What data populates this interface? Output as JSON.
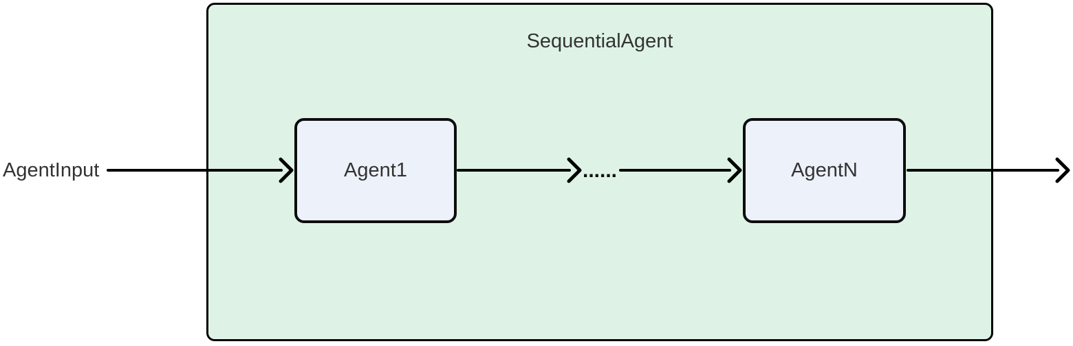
{
  "diagram": {
    "type": "flowchart-left-to-right",
    "input_label": "AgentInput",
    "container": {
      "title": "SequentialAgent"
    },
    "nodes": [
      {
        "id": "agent1",
        "label": "Agent1"
      },
      {
        "id": "agentN",
        "label": "AgentN"
      }
    ],
    "ellipsis_label": "......",
    "edges": [
      {
        "from": "AgentInput",
        "to": "Agent1",
        "label": ""
      },
      {
        "from": "Agent1",
        "to": "AgentN",
        "label": "......"
      },
      {
        "from": "AgentN",
        "to": "",
        "label": ""
      }
    ],
    "colors": {
      "container_fill": "#def3e6",
      "container_border": "#000000",
      "node_fill": "#edf1fa",
      "node_border": "#0d0d0d",
      "arrow_stroke": "#000000",
      "text": "#333333",
      "background": "#ffffff"
    }
  }
}
